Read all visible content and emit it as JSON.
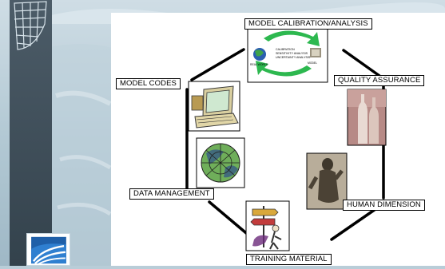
{
  "diagram": {
    "nodes": [
      {
        "id": "calibration",
        "label": "MODEL CALIBRATION/ANALYSIS"
      },
      {
        "id": "quality",
        "label": "QUALITY ASSURANCE"
      },
      {
        "id": "human",
        "label": "HUMAN DIMENSION"
      },
      {
        "id": "training",
        "label": "TRAINING MATERIAL"
      },
      {
        "id": "data",
        "label": "DATA MANAGEMENT"
      },
      {
        "id": "codes",
        "label": "MODEL CODES"
      }
    ],
    "calibration_inner_text": [
      "CALIBRATION",
      "SENSITIVITY ANALYSIS",
      "UNCERTAINTY ANALYSIS"
    ],
    "calibration_sub_labels": [
      "REAL WORLD",
      "MODEL"
    ]
  },
  "colors": {
    "background": "#b9cdd8",
    "card": "#ffffff",
    "arrow_green": "#2db84f",
    "line": "#000000"
  }
}
